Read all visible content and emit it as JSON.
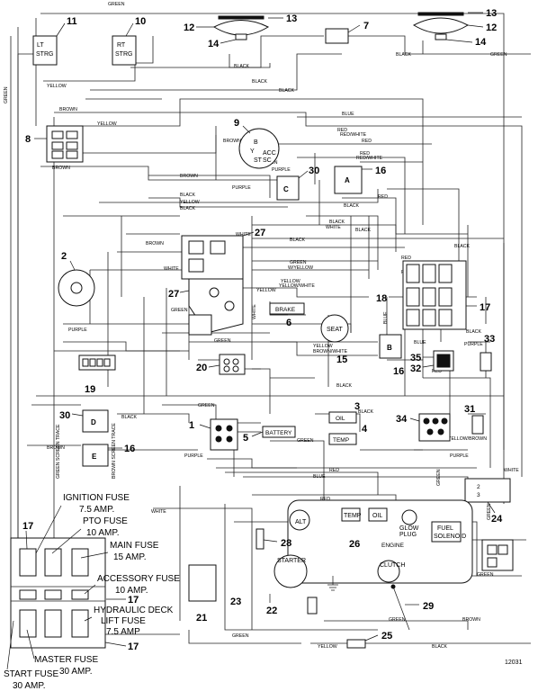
{
  "drawing_number": "12031",
  "callouts": {
    "n1": "1",
    "n2": "2",
    "n3": "3",
    "n4": "4",
    "n5": "5",
    "n6": "6",
    "n7": "7",
    "n8": "8",
    "n9": "9",
    "n10": "10",
    "n11": "11",
    "n12": "12",
    "n13": "13",
    "n14": "14",
    "n15": "15",
    "n16": "16",
    "n17": "17",
    "n18": "18",
    "n19": "19",
    "n20": "20",
    "n21": "21",
    "n22": "22",
    "n23": "23",
    "n24": "24",
    "n25": "25",
    "n26": "26",
    "n27": "27",
    "n28": "28",
    "n29": "29",
    "n30": "30",
    "n31": "31",
    "n32": "32",
    "n33": "33",
    "n34": "34",
    "n35": "35"
  },
  "components": {
    "lt_strg_1": "LT",
    "lt_strg_2": "STRG",
    "rt_strg_1": "RT",
    "rt_strg_2": "STRG",
    "ign_b": "B",
    "ign_y": "Y",
    "ign_acc": "ACC",
    "ign_st": "ST",
    "ign_sc": "SC",
    "relay_a": "A",
    "relay_b": "B",
    "relay_c": "C",
    "relay_d": "D",
    "relay_e": "E",
    "brake": "BRAKE",
    "seat": "SEAT",
    "battery": "BATTERY",
    "oil": "OIL",
    "temp_caps": "TEMP",
    "temp": "TEMP",
    "reg_1": "2",
    "reg_2": "3",
    "engine": "ENGINE",
    "glow": "GLOW",
    "plug": "PLUG",
    "fuel": "FUEL",
    "solenoid": "SOLENOID",
    "alt": "ALT",
    "starter": "STARTER",
    "clutch": "CLUTCH"
  },
  "wires": {
    "green": "GREEN",
    "yellow": "YELLOW",
    "black": "BLACK",
    "brown": "BROWN",
    "blue": "BLUE",
    "red": "RED",
    "white": "WHITE",
    "purple": "PURPLE",
    "red_white": "RED/WHITE",
    "w_yellow": "W/YELLOW",
    "yellow_white": "YELLOW/WHITE",
    "brown_white": "BROWN/WHITE",
    "yellow_brown": "YELLOW/BROWN",
    "green_screen_trace": "GREEN SCREEN TRACE",
    "brown_screen_trace": "BROWN SCREEN TRACE"
  },
  "fuses": {
    "ignition": {
      "name": "IGNITION FUSE",
      "rating": "7.5 AMP."
    },
    "pto": {
      "name": "PTO FUSE",
      "rating": "10 AMP."
    },
    "main": {
      "name": "MAIN FUSE",
      "rating": "15 AMP."
    },
    "accessory": {
      "name": "ACCESSORY FUSE",
      "rating": "10 AMP."
    },
    "hydraulic": {
      "name_1": "HYDRAULIC DECK",
      "name_2": "LIFT FUSE",
      "rating": "7.5 AMP"
    },
    "master": {
      "name": "MASTER FUSE",
      "rating": "30 AMP."
    },
    "start": {
      "name": "START FUSE",
      "rating": "30 AMP."
    }
  }
}
